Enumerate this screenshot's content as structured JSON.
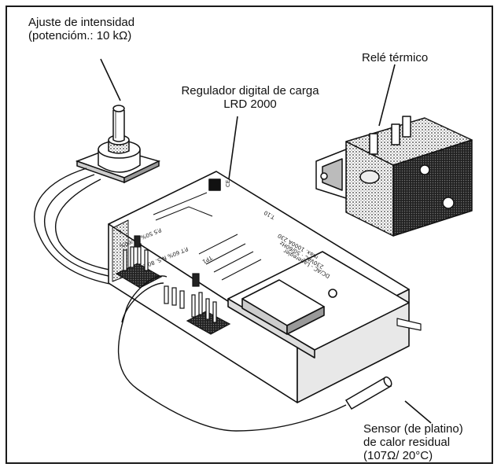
{
  "labels": {
    "pot": [
      "Ajuste de intensidad",
      "(potencióm.: 10 kΩ)"
    ],
    "regulator": [
      "Regulador digital de carga",
      "LRD 2000"
    ],
    "relay": [
      "Relé térmico"
    ],
    "sensor": [
      "Sensor (de platino)",
      "de calor residual",
      "(107Ω/ 20°C)"
    ]
  },
  "pcb_text": {
    "line1": "P.S 50% 37/60%",
    "line2": "P.T 60%  N.S. 80%",
    "tp": "TP1",
    "t": "T.10",
    "spec1": "DC/AC - Laderegler",
    "spec2": "230VAC · 50/60Hz",
    "spec3": "max. 1000A 230",
    "corner": "CE"
  },
  "colors": {
    "ink": "#111111",
    "paper": "#ffffff",
    "shade": "#555555"
  }
}
